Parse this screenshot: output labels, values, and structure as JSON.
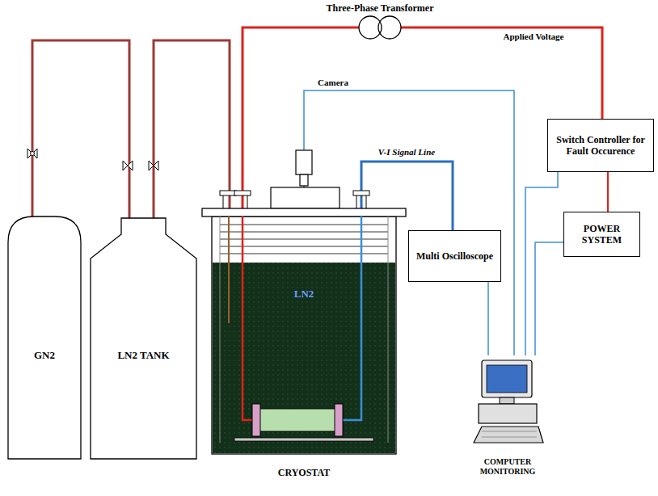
{
  "diagram": {
    "nodes": [
      {
        "text": [
          "Three-Phase Transformer"
        ]
      },
      {
        "text": [
          "GN2"
        ]
      },
      {
        "text": [
          "LN2 TANK"
        ]
      },
      {
        "text": [
          "LN2",
          "CRYOSTAT"
        ]
      },
      {
        "text": [
          "Multi Oscilloscope"
        ]
      },
      {
        "text": [
          "Switch Controller for Fault Occurence"
        ]
      },
      {
        "text": [
          "POWER SYSTEM"
        ]
      },
      {
        "text": [
          "COMPUTER MONITORING"
        ]
      }
    ],
    "edges": [
      {
        "from": 0,
        "to": 3,
        "arrow": "none"
      },
      {
        "from": 0,
        "to": 5,
        "label": "Applied Voltage",
        "arrow": "none"
      },
      {
        "from": 1,
        "to": 2,
        "arrow": "none"
      },
      {
        "from": 2,
        "to": 3,
        "arrow": "none"
      },
      {
        "from": 3,
        "to": 7,
        "label": "Camera",
        "arrow": "none"
      },
      {
        "from": 3,
        "to": 4,
        "label": "V-I Signal Line",
        "arrow": "none"
      },
      {
        "from": 4,
        "to": 7,
        "arrow": "none"
      },
      {
        "from": 5,
        "to": 7,
        "arrow": "none"
      },
      {
        "from": 6,
        "to": 7,
        "arrow": "none"
      },
      {
        "from": 5,
        "to": 6,
        "arrow": "none"
      }
    ]
  }
}
